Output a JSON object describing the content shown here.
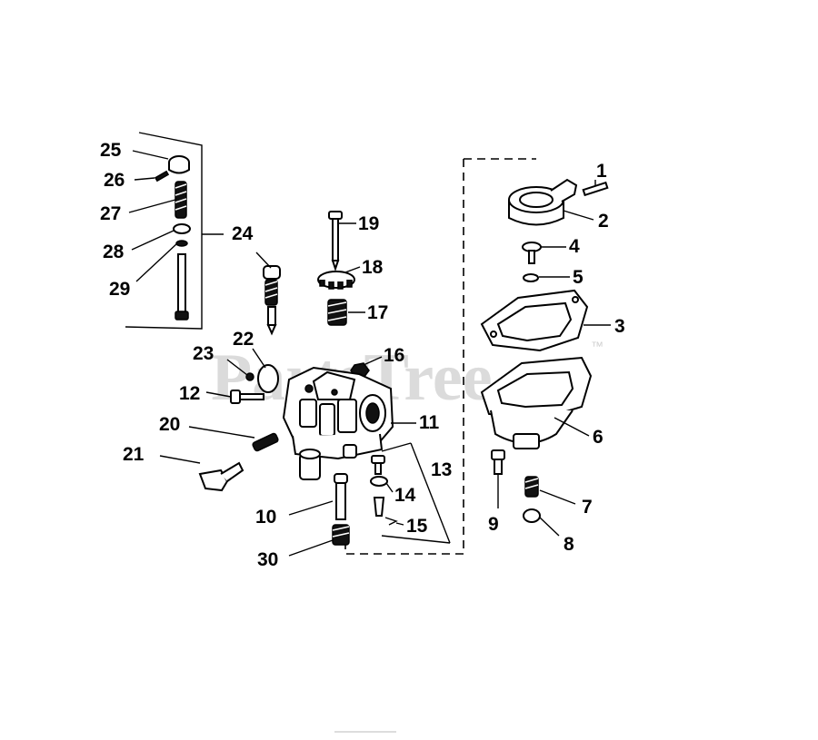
{
  "watermark": {
    "text": "PartsTree",
    "trademark": "™"
  },
  "callouts": [
    {
      "id": "1",
      "label": "1"
    },
    {
      "id": "2",
      "label": "2"
    },
    {
      "id": "3",
      "label": "3"
    },
    {
      "id": "4",
      "label": "4"
    },
    {
      "id": "5",
      "label": "5"
    },
    {
      "id": "6",
      "label": "6"
    },
    {
      "id": "7",
      "label": "7"
    },
    {
      "id": "8",
      "label": "8"
    },
    {
      "id": "9",
      "label": "9"
    },
    {
      "id": "10",
      "label": "10"
    },
    {
      "id": "11",
      "label": "11"
    },
    {
      "id": "12",
      "label": "12"
    },
    {
      "id": "13",
      "label": "13"
    },
    {
      "id": "14",
      "label": "14"
    },
    {
      "id": "15",
      "label": "15"
    },
    {
      "id": "16",
      "label": "16"
    },
    {
      "id": "17",
      "label": "17"
    },
    {
      "id": "18",
      "label": "18"
    },
    {
      "id": "19",
      "label": "19"
    },
    {
      "id": "20",
      "label": "20"
    },
    {
      "id": "21",
      "label": "21"
    },
    {
      "id": "22",
      "label": "22"
    },
    {
      "id": "23",
      "label": "23"
    },
    {
      "id": "24",
      "label": "24"
    },
    {
      "id": "25",
      "label": "25"
    },
    {
      "id": "26",
      "label": "26"
    },
    {
      "id": "27",
      "label": "27"
    },
    {
      "id": "28",
      "label": "28"
    },
    {
      "id": "29",
      "label": "29"
    },
    {
      "id": "30",
      "label": "30"
    }
  ]
}
